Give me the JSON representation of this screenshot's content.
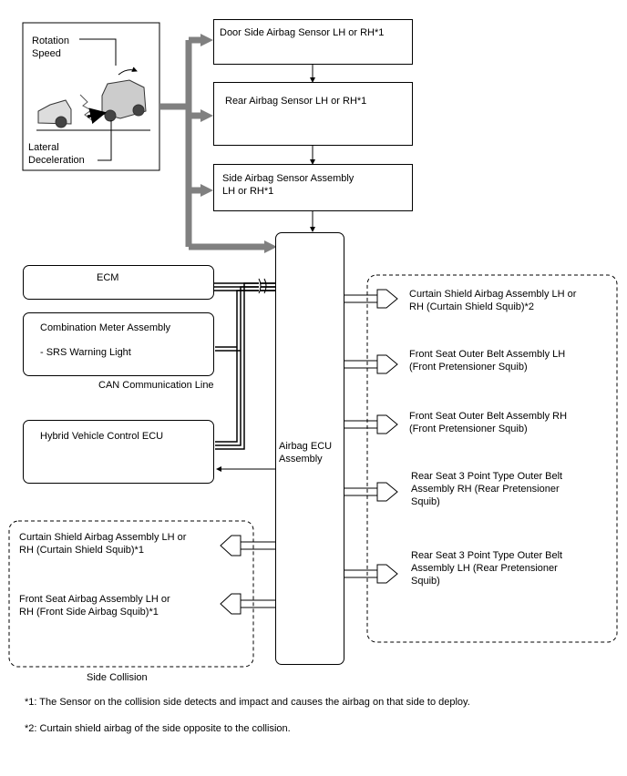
{
  "sensors": {
    "door": "Door Side Airbag Sensor LH or RH*1",
    "rear": "Rear Airbag Sensor LH or RH*1",
    "side": "Side Airbag Sensor Assembly\nLH or RH*1"
  },
  "illustration": {
    "rotation": "Rotation\nSpeed",
    "lateral": "Lateral\nDeceleration"
  },
  "left_units": {
    "ecm": "ECM",
    "combination_title": "Combination Meter Assembly",
    "combination_sub": "- SRS Warning Light",
    "hybrid": "Hybrid Vehicle Control ECU",
    "can_label": "CAN Communication Line"
  },
  "center": {
    "ecu": "Airbag ECU\nAssembly"
  },
  "right_squibs": [
    "Curtain Shield Airbag Assembly LH or\nRH (Curtain Shield Squib)*2",
    "Front Seat Outer Belt Assembly LH\n(Front Pretensioner Squib)",
    "Front Seat Outer Belt Assembly RH\n(Front Pretensioner Squib)",
    "Rear Seat 3 Point Type Outer Belt\nAssembly RH (Rear Pretensioner\nSquib)",
    "Rear Seat 3 Point Type Outer Belt\nAssembly LH (Rear Pretensioner\nSquib)"
  ],
  "left_squibs": [
    "Curtain Shield Airbag Assembly LH or\nRH (Curtain Shield Squib)*1",
    "Front Seat Airbag Assembly LH or\nRH (Front Side Airbag Squib)*1"
  ],
  "side_collision_label": "Side Collision",
  "notes": [
    "*1: The Sensor on the collision side detects and impact and causes the airbag on that side to deploy.",
    "*2: Curtain shield airbag of the side opposite to the collision."
  ]
}
